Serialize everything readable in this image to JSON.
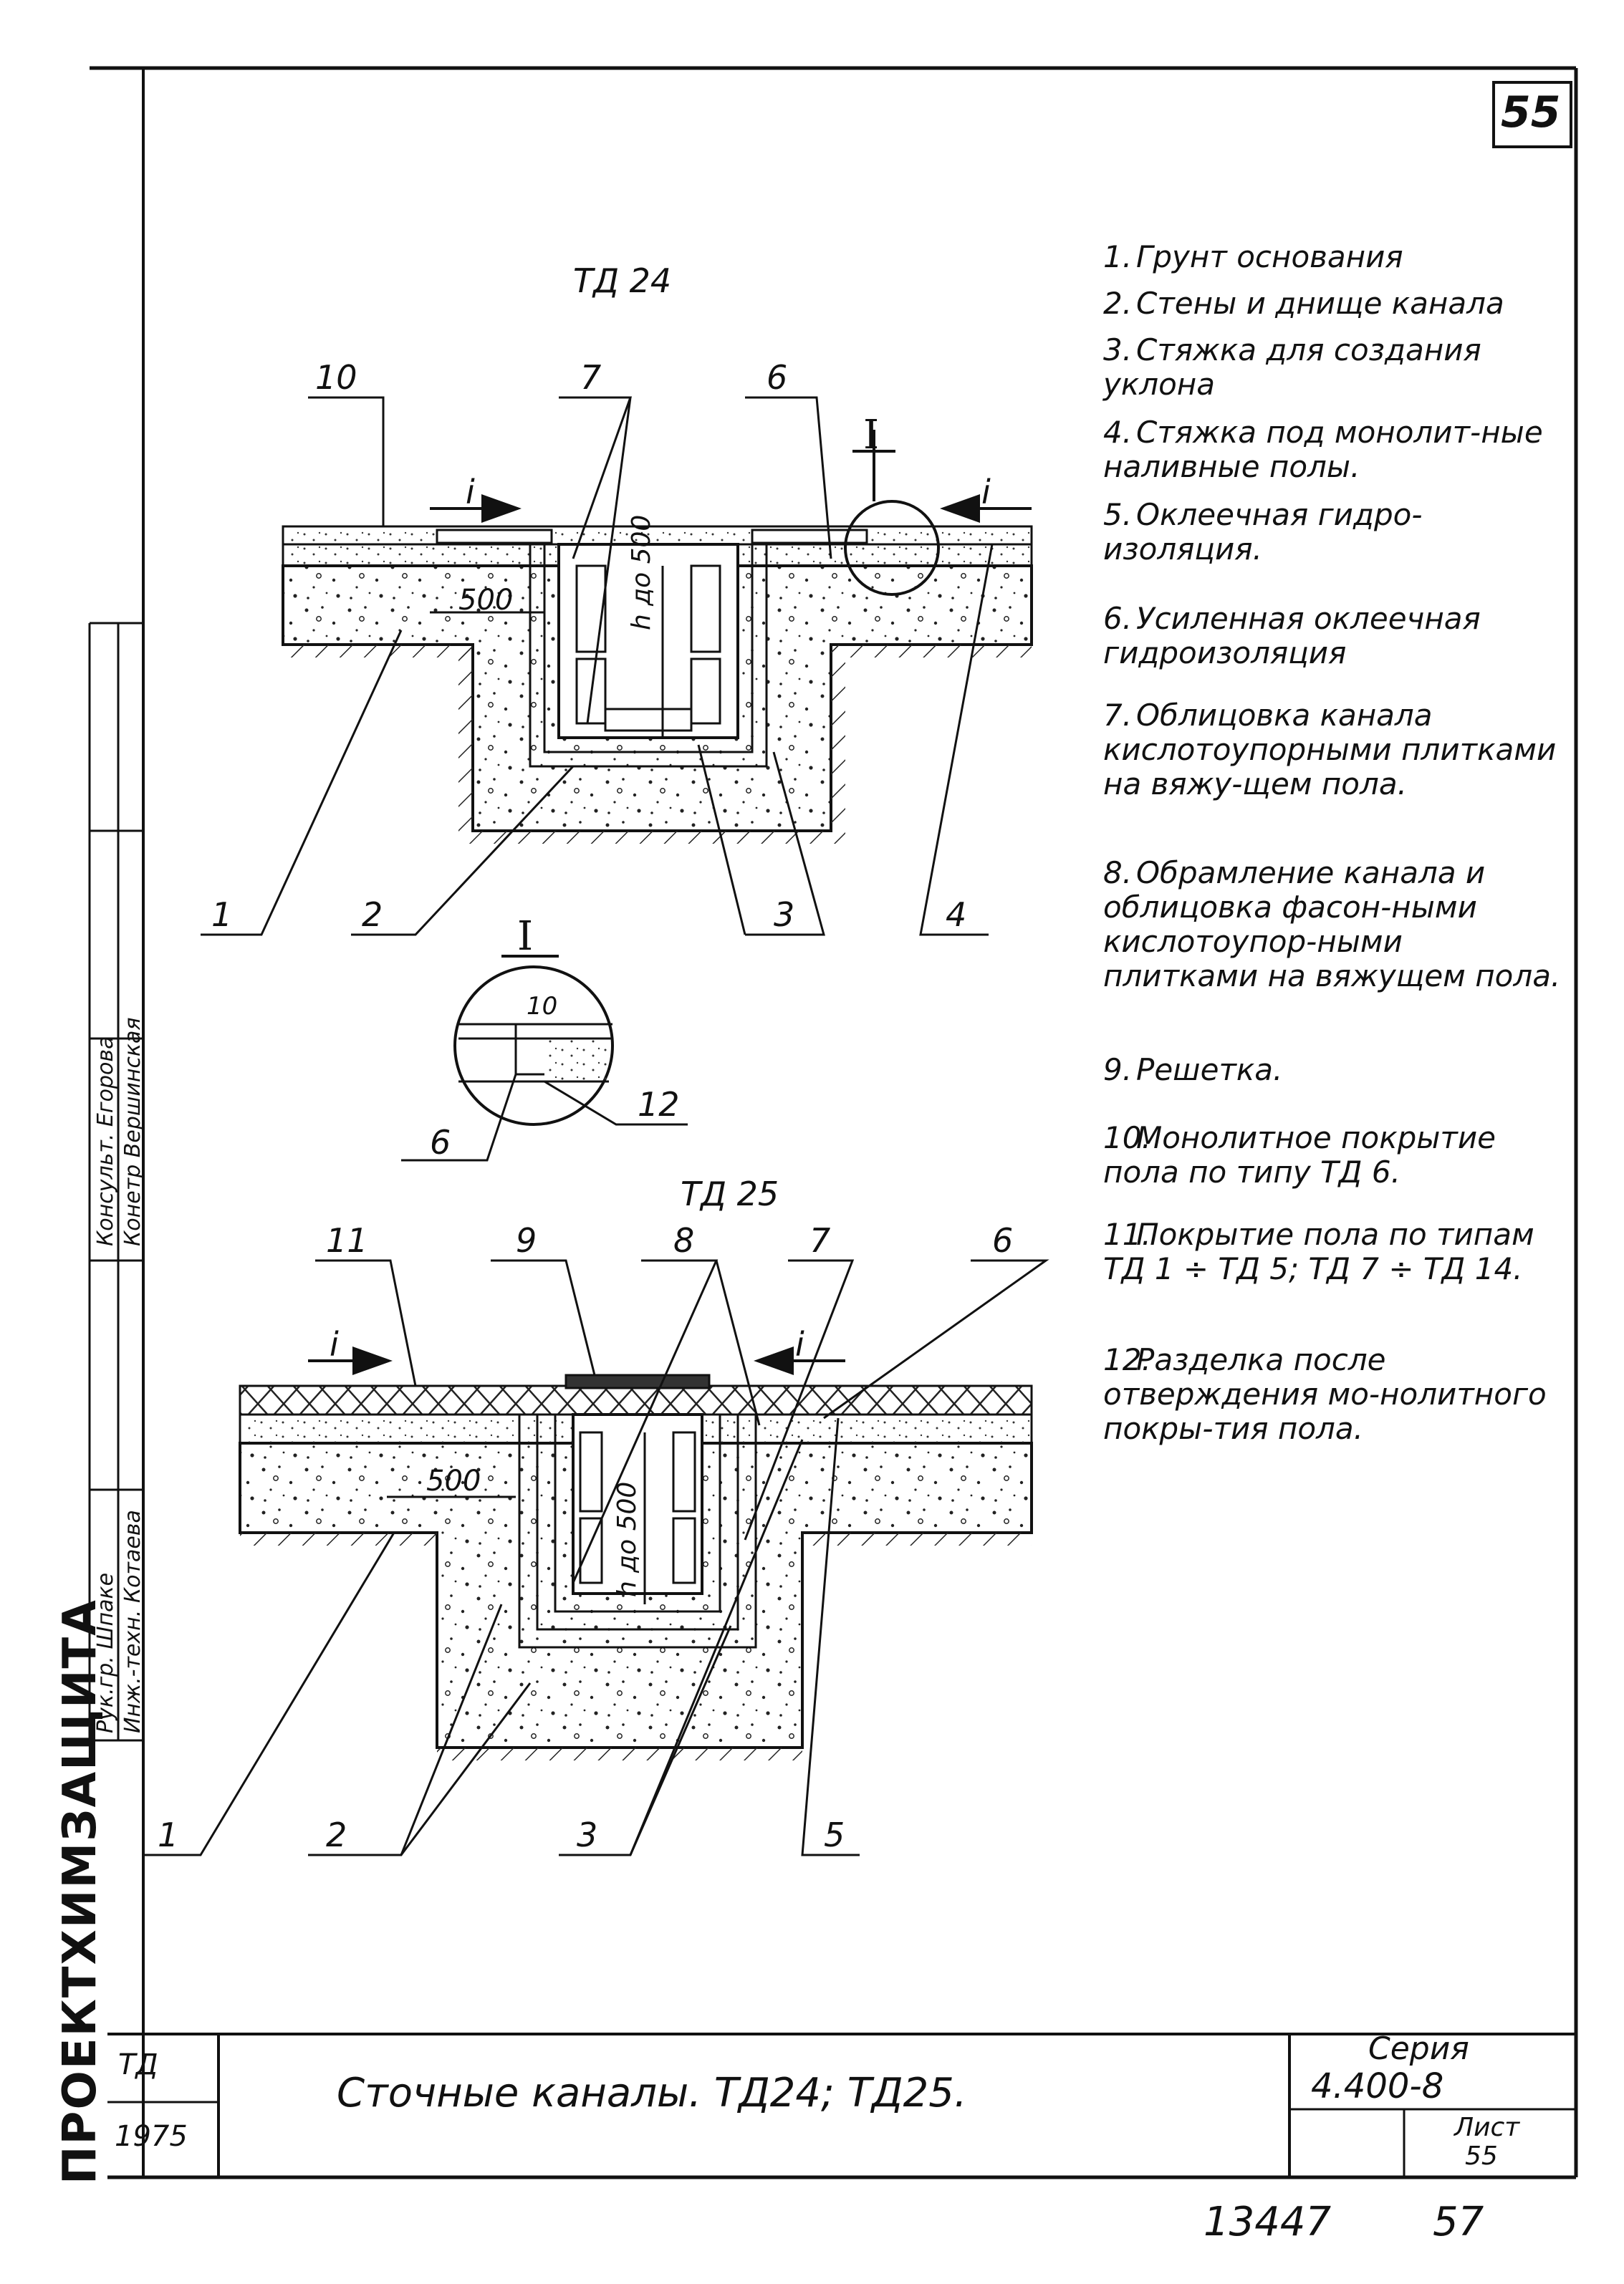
{
  "sheet": {
    "page_number": "55",
    "organization": "ПРОЕКТХИМЗАЩИТА",
    "footer_numbers": [
      "13447",
      "57"
    ]
  },
  "details": {
    "td24": {
      "title": "ТД 24",
      "dimension": "500",
      "height_label": "h до 500",
      "slope": "i",
      "callouts": [
        "10",
        "7",
        "6",
        "I",
        "1",
        "2",
        "3",
        "4"
      ]
    },
    "detail_i": {
      "title": "I",
      "callouts": [
        "10",
        "12",
        "6"
      ]
    },
    "td25": {
      "title": "ТД 25",
      "dimension": "500",
      "height_label": "h до 500",
      "slope": "i",
      "callouts": [
        "11",
        "9",
        "8",
        "7",
        "6",
        "1",
        "2",
        "3",
        "5"
      ]
    }
  },
  "legend": [
    {
      "num": "1.",
      "text": "Грунт основания"
    },
    {
      "num": "2.",
      "text": "Стены и днище канала"
    },
    {
      "num": "3.",
      "text": "Стяжка для создания уклона"
    },
    {
      "num": "4.",
      "text": "Стяжка под монолит-ные наливные полы."
    },
    {
      "num": "5.",
      "text": "Оклеечная гидро-изоляция."
    },
    {
      "num": "6.",
      "text": "Усиленная оклеечная гидроизоляция"
    },
    {
      "num": "7.",
      "text": "Облицовка канала кислотоупорными плитками на вяжу-щем пола."
    },
    {
      "num": "8.",
      "text": "Обрамление канала и облицовка фасон-ными кислотоупор-ными плитками на вяжущем пола."
    },
    {
      "num": "9.",
      "text": "Решетка."
    },
    {
      "num": "10.",
      "text": "Монолитное покрытие пола по типу ТД 6."
    },
    {
      "num": "11.",
      "text": "Покрытие пола по типам ТД 1 ÷ ТД 5; ТД 7 ÷ ТД 14."
    },
    {
      "num": "12.",
      "text": "Разделка после отверждения мо-нолитного покры-тия пола."
    }
  ],
  "side_stamp": {
    "rows": [
      {
        "role": "Рук.гр.",
        "name": "Шпаке"
      },
      {
        "role": "Инж.-техн.",
        "name": "Котаева"
      },
      {
        "role": "Консульт.",
        "name": "Егорова"
      },
      {
        "role": "Конетр",
        "name": "Вершинская"
      }
    ]
  },
  "title_block": {
    "code": "ТД",
    "year": "1975",
    "title": "Сточные каналы. ТД24; ТД25.",
    "series_label": "Серия",
    "series_value": "4.400-8",
    "sheet_label": "Лист",
    "sheet_value": "55"
  }
}
